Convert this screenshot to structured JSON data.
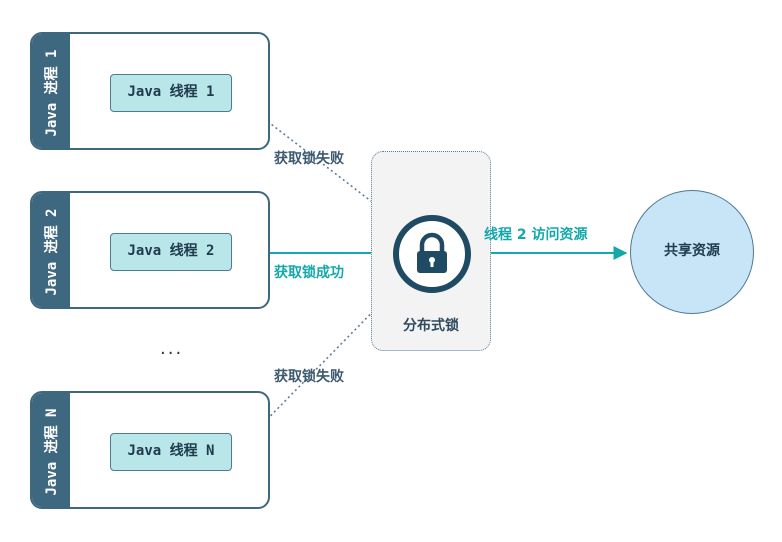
{
  "processes": [
    {
      "label": "Java 进程 1",
      "thread": "Java 线程 1"
    },
    {
      "label": "Java 进程 2",
      "thread": "Java 线程 2"
    },
    {
      "label": "Java 进程 N",
      "thread": "Java 线程 N"
    }
  ],
  "ellipsis": "···",
  "lock": {
    "label": "分布式锁"
  },
  "resource": {
    "label": "共享资源"
  },
  "edges": {
    "fail_top": "获取锁失败",
    "success": "获取锁成功",
    "fail_bottom": "获取锁失败",
    "access": "线程 2 访问资源"
  },
  "colors": {
    "dark": "#3e6780",
    "teal": "#15a8ab",
    "lock": "#1f4a63",
    "resource": "#c8e4f7"
  }
}
